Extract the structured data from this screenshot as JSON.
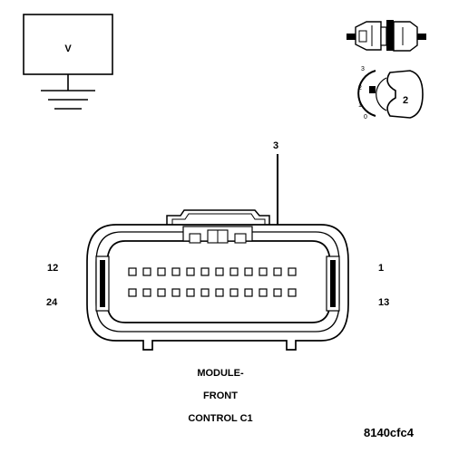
{
  "meter_symbol": {
    "label": "V"
  },
  "test_icon": {
    "step_number": "2",
    "ticks": [
      "3",
      "2",
      "1",
      "0"
    ]
  },
  "callout": {
    "label": "3"
  },
  "connector": {
    "left_top_pin": "12",
    "left_bottom_pin": "24",
    "right_top_pin": "1",
    "right_bottom_pin": "13",
    "pins_per_row": 12,
    "rows": 2,
    "caption_lines": [
      "MODULE-",
      "FRONT",
      "CONTROL C1"
    ]
  },
  "figure_code": "8140cfc4"
}
